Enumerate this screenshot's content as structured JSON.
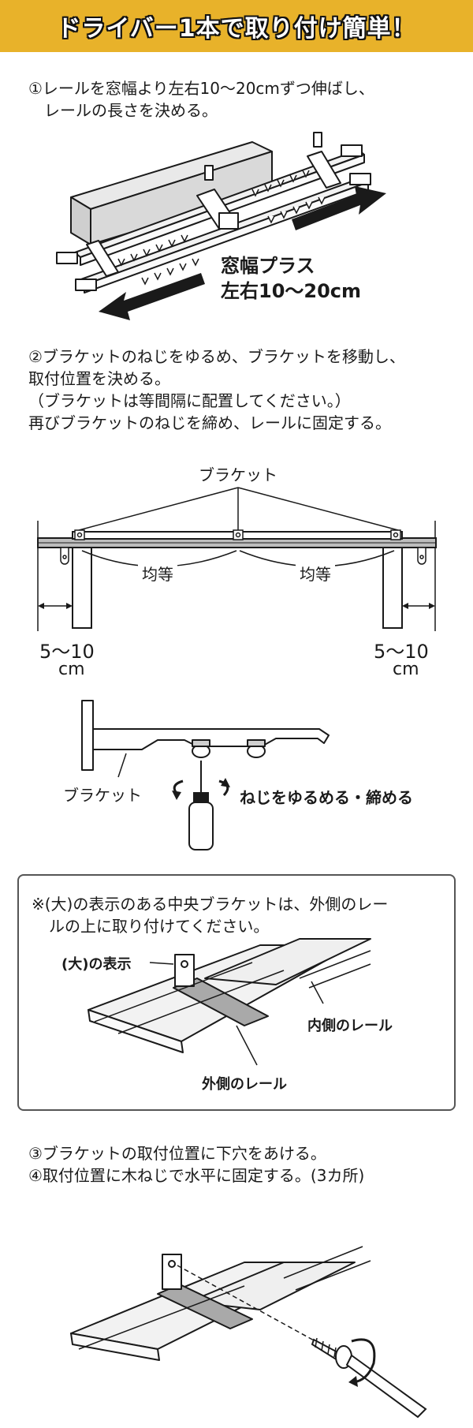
{
  "header": {
    "title": "ドライバー1本で取り付け簡単！"
  },
  "step1": {
    "line1": "①レールを窓幅より左右10～20cmずつ伸ばし、",
    "line2": "レールの長さを決める。",
    "callout_line1": "窓幅プラス",
    "callout_line2": "左右10～20cm"
  },
  "step2": {
    "line1": "②ブラケットのねじをゆるめ、ブラケットを移動し、",
    "line2": "取付位置を決める。",
    "line3": "（ブラケットは等間隔に配置してください。）",
    "line4": "再びブラケットのねじを締め、レールに固定する。"
  },
  "diagram2": {
    "bracket_label": "ブラケット",
    "equal_left": "均等",
    "equal_right": "均等",
    "margin_left_value": "5～10",
    "margin_left_unit": "cm",
    "margin_right_value": "5～10",
    "margin_right_unit": "cm"
  },
  "diagram3": {
    "bracket_label": "ブラケット",
    "screw_label": "ねじをゆるめる・締める"
  },
  "note": {
    "line1": "※(大)の表示のある中央ブラケットは、外側のレー",
    "line2": "ルの上に取り付けてください。",
    "mark_label": "(大)の表示",
    "inner_rail_label": "内側のレール",
    "outer_rail_label": "外側のレール"
  },
  "step3": {
    "line1": "③ブラケットの取付位置に下穴をあける。",
    "line2": "④取付位置に木ねじで水平に固定する。(3カ所)"
  },
  "colors": {
    "banner": "#e8b22a",
    "ink": "#1a1a1a",
    "rail_fill": "#f2f2f2",
    "bracket_fill": "#a9a9a9"
  }
}
